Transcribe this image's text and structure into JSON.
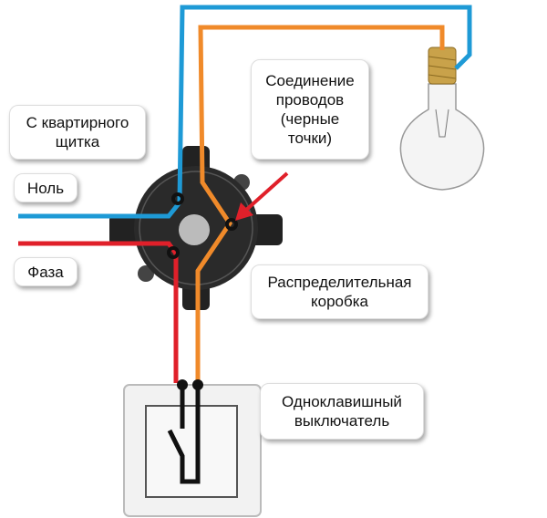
{
  "labels": {
    "panel": [
      "С квартирного",
      "щитка"
    ],
    "neutral": "Ноль",
    "phase": "Фаза",
    "connection": [
      "Соединение",
      "проводов",
      "(черные",
      "точки)"
    ],
    "junction_box": [
      "Распределительная",
      "коробка"
    ],
    "switch": [
      "Одноклавишный",
      "выключатель"
    ]
  },
  "colors": {
    "neutral": "#1e9ad6",
    "phase": "#e0202a",
    "switched": "#f08a2a",
    "box": "#222222"
  }
}
